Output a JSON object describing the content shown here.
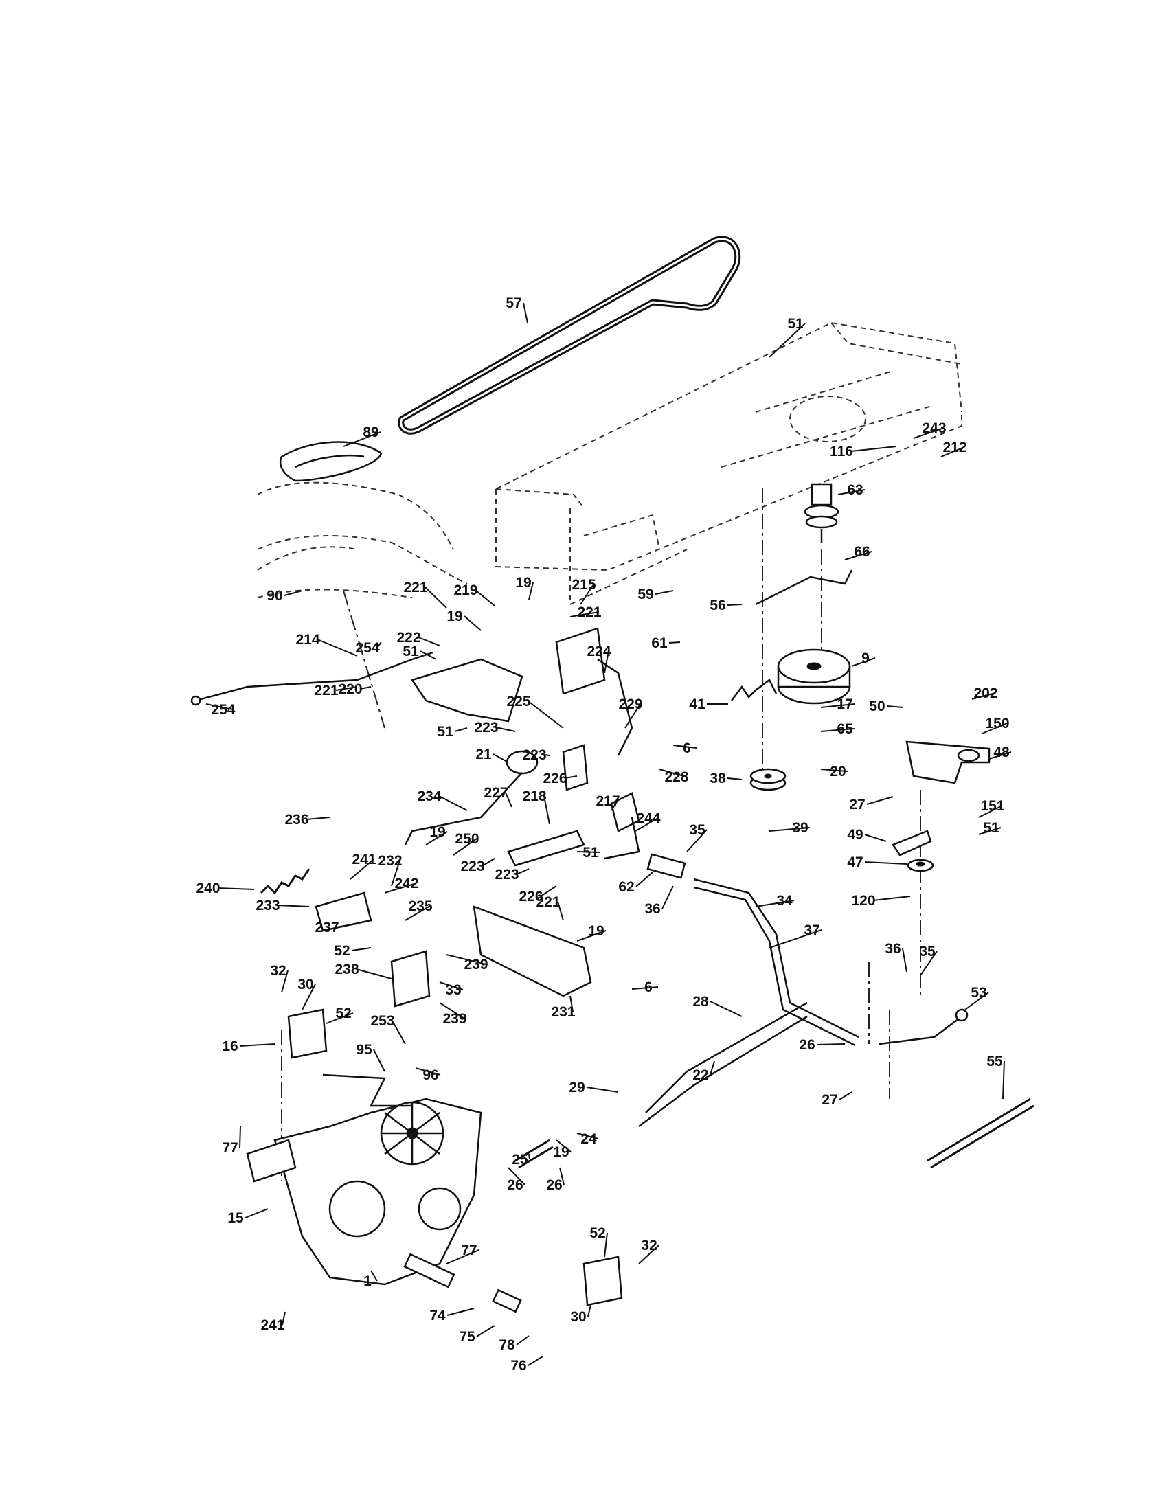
{
  "diagram": {
    "colors": {
      "line": "#111111",
      "background": "#ffffff"
    },
    "labels": [
      {
        "id": "57",
        "text": "57"
      },
      {
        "id": "51a",
        "text": "51"
      },
      {
        "id": "89",
        "text": "89"
      },
      {
        "id": "243",
        "text": "243"
      },
      {
        "id": "116",
        "text": "116"
      },
      {
        "id": "212",
        "text": "212"
      },
      {
        "id": "63",
        "text": "63"
      },
      {
        "id": "66",
        "text": "66"
      },
      {
        "id": "59",
        "text": "59"
      },
      {
        "id": "90",
        "text": "90"
      },
      {
        "id": "19a",
        "text": "19"
      },
      {
        "id": "219",
        "text": "219"
      },
      {
        "id": "221a",
        "text": "221"
      },
      {
        "id": "221b",
        "text": "221"
      },
      {
        "id": "19b",
        "text": "19"
      },
      {
        "id": "56",
        "text": "56"
      },
      {
        "id": "215",
        "text": "215"
      },
      {
        "id": "61",
        "text": "61"
      },
      {
        "id": "214",
        "text": "214"
      },
      {
        "id": "254a",
        "text": "254"
      },
      {
        "id": "222",
        "text": "222"
      },
      {
        "id": "9",
        "text": "9"
      },
      {
        "id": "224",
        "text": "224"
      },
      {
        "id": "51b",
        "text": "51"
      },
      {
        "id": "221c",
        "text": "221"
      },
      {
        "id": "41",
        "text": "41"
      },
      {
        "id": "17",
        "text": "17"
      },
      {
        "id": "50",
        "text": "50"
      },
      {
        "id": "202",
        "text": "202"
      },
      {
        "id": "254b",
        "text": "254"
      },
      {
        "id": "220",
        "text": "220"
      },
      {
        "id": "225",
        "text": "225"
      },
      {
        "id": "229",
        "text": "229"
      },
      {
        "id": "65",
        "text": "65"
      },
      {
        "id": "150",
        "text": "150"
      },
      {
        "id": "51c",
        "text": "51"
      },
      {
        "id": "223a",
        "text": "223"
      },
      {
        "id": "6a",
        "text": "6"
      },
      {
        "id": "48",
        "text": "48"
      },
      {
        "id": "20",
        "text": "20"
      },
      {
        "id": "21",
        "text": "21"
      },
      {
        "id": "223b",
        "text": "223"
      },
      {
        "id": "226a",
        "text": "226"
      },
      {
        "id": "228",
        "text": "228"
      },
      {
        "id": "38",
        "text": "38"
      },
      {
        "id": "234",
        "text": "234"
      },
      {
        "id": "227",
        "text": "227"
      },
      {
        "id": "218",
        "text": "218"
      },
      {
        "id": "217",
        "text": "217"
      },
      {
        "id": "27a",
        "text": "27"
      },
      {
        "id": "151",
        "text": "151"
      },
      {
        "id": "236",
        "text": "236"
      },
      {
        "id": "244",
        "text": "244"
      },
      {
        "id": "19c",
        "text": "19"
      },
      {
        "id": "39",
        "text": "39"
      },
      {
        "id": "51d",
        "text": "51"
      },
      {
        "id": "35a",
        "text": "35"
      },
      {
        "id": "49",
        "text": "49"
      },
      {
        "id": "250",
        "text": "250"
      },
      {
        "id": "241a",
        "text": "241"
      },
      {
        "id": "51e",
        "text": "51"
      },
      {
        "id": "223c",
        "text": "223"
      },
      {
        "id": "47",
        "text": "47"
      },
      {
        "id": "232",
        "text": "232"
      },
      {
        "id": "223d",
        "text": "223"
      },
      {
        "id": "226b",
        "text": "226"
      },
      {
        "id": "62",
        "text": "62"
      },
      {
        "id": "240",
        "text": "240"
      },
      {
        "id": "242",
        "text": "242"
      },
      {
        "id": "36a",
        "text": "36"
      },
      {
        "id": "120",
        "text": "120"
      },
      {
        "id": "34",
        "text": "34"
      },
      {
        "id": "233",
        "text": "233"
      },
      {
        "id": "235",
        "text": "235"
      },
      {
        "id": "221d",
        "text": "221"
      },
      {
        "id": "237",
        "text": "237"
      },
      {
        "id": "19d",
        "text": "19"
      },
      {
        "id": "37",
        "text": "37"
      },
      {
        "id": "52a",
        "text": "52"
      },
      {
        "id": "36b",
        "text": "36"
      },
      {
        "id": "35b",
        "text": "35"
      },
      {
        "id": "239a",
        "text": "239"
      },
      {
        "id": "238",
        "text": "238"
      },
      {
        "id": "32a",
        "text": "32"
      },
      {
        "id": "33",
        "text": "33"
      },
      {
        "id": "30a",
        "text": "30"
      },
      {
        "id": "6b",
        "text": "6"
      },
      {
        "id": "53",
        "text": "53"
      },
      {
        "id": "231",
        "text": "231"
      },
      {
        "id": "28",
        "text": "28"
      },
      {
        "id": "52b",
        "text": "52"
      },
      {
        "id": "239b",
        "text": "239"
      },
      {
        "id": "253",
        "text": "253"
      },
      {
        "id": "16",
        "text": "16"
      },
      {
        "id": "26a",
        "text": "26"
      },
      {
        "id": "95",
        "text": "95"
      },
      {
        "id": "55",
        "text": "55"
      },
      {
        "id": "96",
        "text": "96"
      },
      {
        "id": "22",
        "text": "22"
      },
      {
        "id": "29",
        "text": "29"
      },
      {
        "id": "27b",
        "text": "27"
      },
      {
        "id": "77a",
        "text": "77"
      },
      {
        "id": "25",
        "text": "25"
      },
      {
        "id": "24",
        "text": "24"
      },
      {
        "id": "19e",
        "text": "19"
      },
      {
        "id": "26b",
        "text": "26"
      },
      {
        "id": "26c",
        "text": "26"
      },
      {
        "id": "15",
        "text": "15"
      },
      {
        "id": "52c",
        "text": "52"
      },
      {
        "id": "77b",
        "text": "77"
      },
      {
        "id": "32b",
        "text": "32"
      },
      {
        "id": "1",
        "text": "1"
      },
      {
        "id": "241b",
        "text": "241"
      },
      {
        "id": "30b",
        "text": "30"
      },
      {
        "id": "74",
        "text": "74"
      },
      {
        "id": "75",
        "text": "75"
      },
      {
        "id": "78",
        "text": "78"
      },
      {
        "id": "76",
        "text": "76"
      }
    ]
  }
}
